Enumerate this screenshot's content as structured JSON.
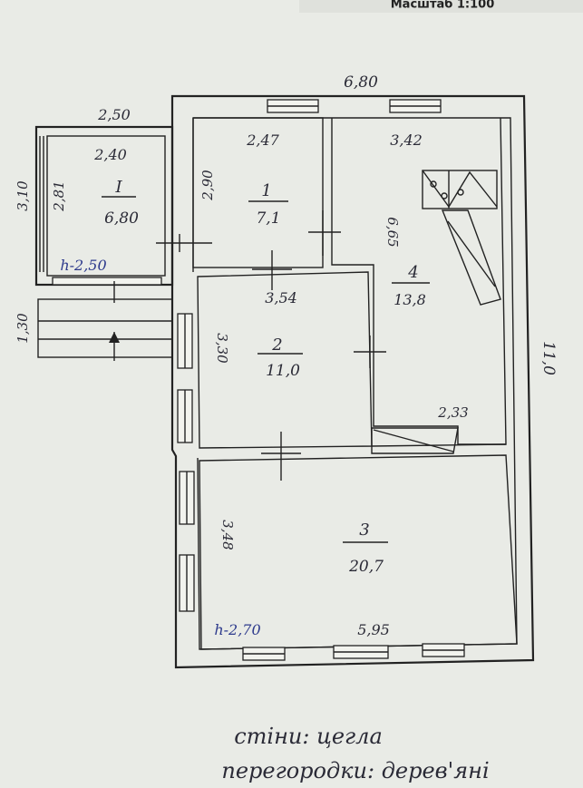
{
  "header": {
    "scale": "Масштаб 1:100"
  },
  "dimensions": {
    "overall_width": "6,80",
    "overall_length": "11,0",
    "porch_width": "2,50",
    "porch_length": "3,10",
    "passage": "1,30"
  },
  "rooms": [
    {
      "id": "I",
      "area": "6,80",
      "width": "2,40",
      "length": "2,81",
      "height": "h-2,50"
    },
    {
      "id": "1",
      "area": "7,1",
      "width": "2,47",
      "length": "2,90"
    },
    {
      "id": "2",
      "area": "11,0",
      "width": "3,54",
      "length": "3,30"
    },
    {
      "id": "3",
      "area": "20,7",
      "width": "5,95",
      "length": "3,48",
      "height": "h-2,70"
    },
    {
      "id": "4",
      "area": "13,8",
      "width": "3,42",
      "length": "6,65",
      "extra": "2,33"
    }
  ],
  "notes": {
    "walls": "стіни: цегла",
    "partitions": "перегородки: дерев'яні"
  },
  "colors": {
    "ink": "#2a2a36",
    "blue_ink": "#2d3a8c",
    "paper": "#e9ebe6"
  }
}
